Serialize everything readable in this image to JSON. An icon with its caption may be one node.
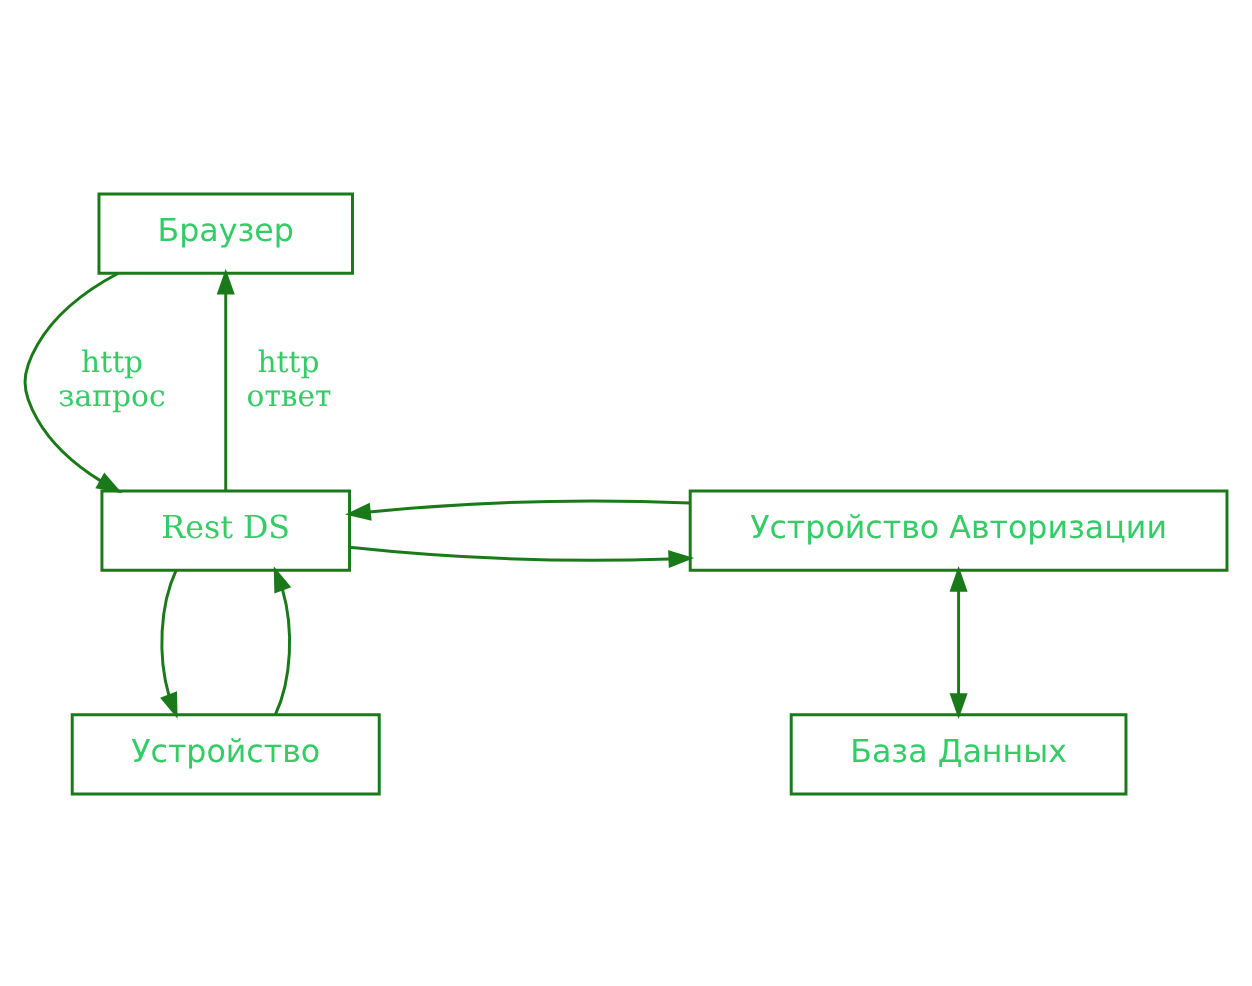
{
  "diagram": {
    "nodes": [
      {
        "text": [
          "Браузер"
        ]
      },
      {
        "text": [
          "Rest DS"
        ]
      },
      {
        "text": [
          "Устройство Авторизации"
        ]
      },
      {
        "text": [
          "Устройство"
        ]
      },
      {
        "text": [
          "База Данных"
        ]
      }
    ],
    "edges": [
      {
        "from": 0,
        "to": 1,
        "arrow": "to",
        "label": "http запрос"
      },
      {
        "from": 1,
        "to": 0,
        "arrow": "to",
        "label": "http ответ"
      },
      {
        "from": 1,
        "to": 2,
        "arrow": "to"
      },
      {
        "from": 2,
        "to": 1,
        "arrow": "to"
      },
      {
        "from": 1,
        "to": 3,
        "arrow": "to"
      },
      {
        "from": 3,
        "to": 1,
        "arrow": "to"
      },
      {
        "from": 2,
        "to": 4,
        "arrow": "both"
      }
    ]
  }
}
